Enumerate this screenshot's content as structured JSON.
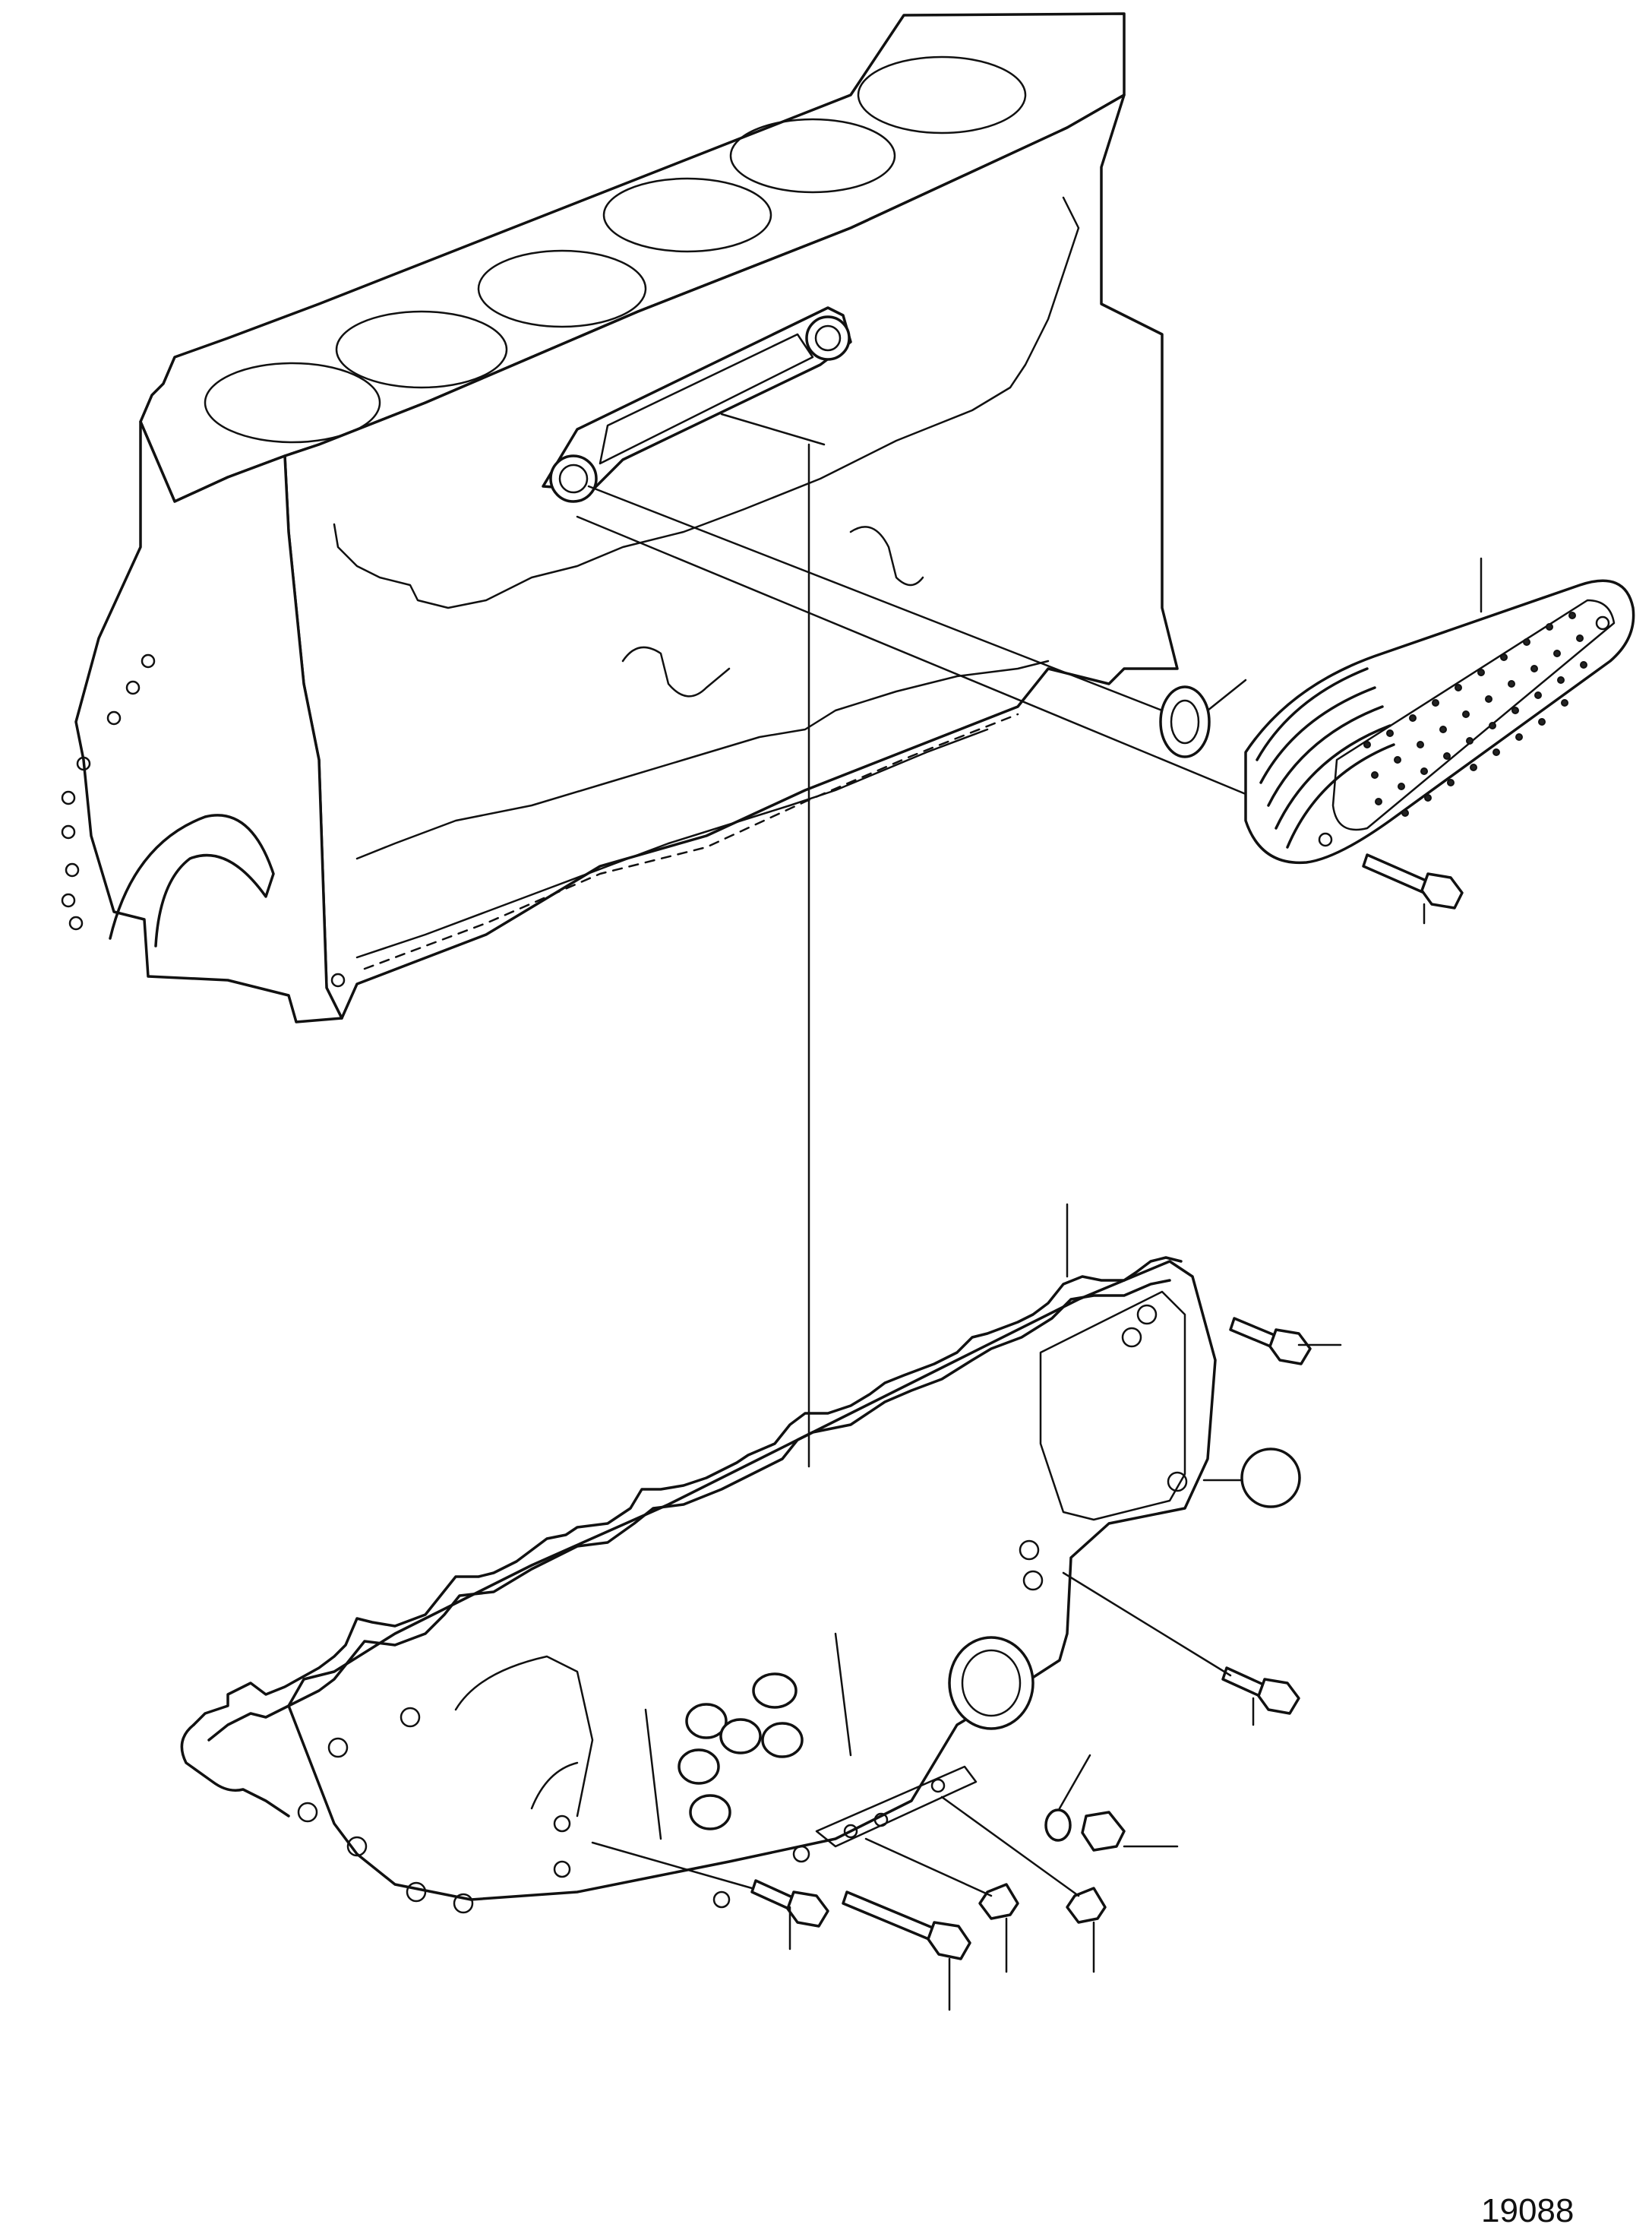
{
  "figure": {
    "reference_number": "19088"
  },
  "parts": [
    {
      "id": "engine-block",
      "icon": "engine-block-icon"
    },
    {
      "id": "oil-cooler",
      "icon": "oil-cooler-icon"
    },
    {
      "id": "sealing-ring",
      "icon": "sealing-ring-icon"
    },
    {
      "id": "gasket",
      "icon": "gasket-icon"
    },
    {
      "id": "oil-cooler-cover",
      "icon": "cover-plate-icon"
    },
    {
      "id": "flange-screws",
      "icon": "screw-icon"
    },
    {
      "id": "plugs",
      "icon": "plug-icon"
    },
    {
      "id": "callout-circle",
      "icon": "circle-marker-icon"
    }
  ]
}
